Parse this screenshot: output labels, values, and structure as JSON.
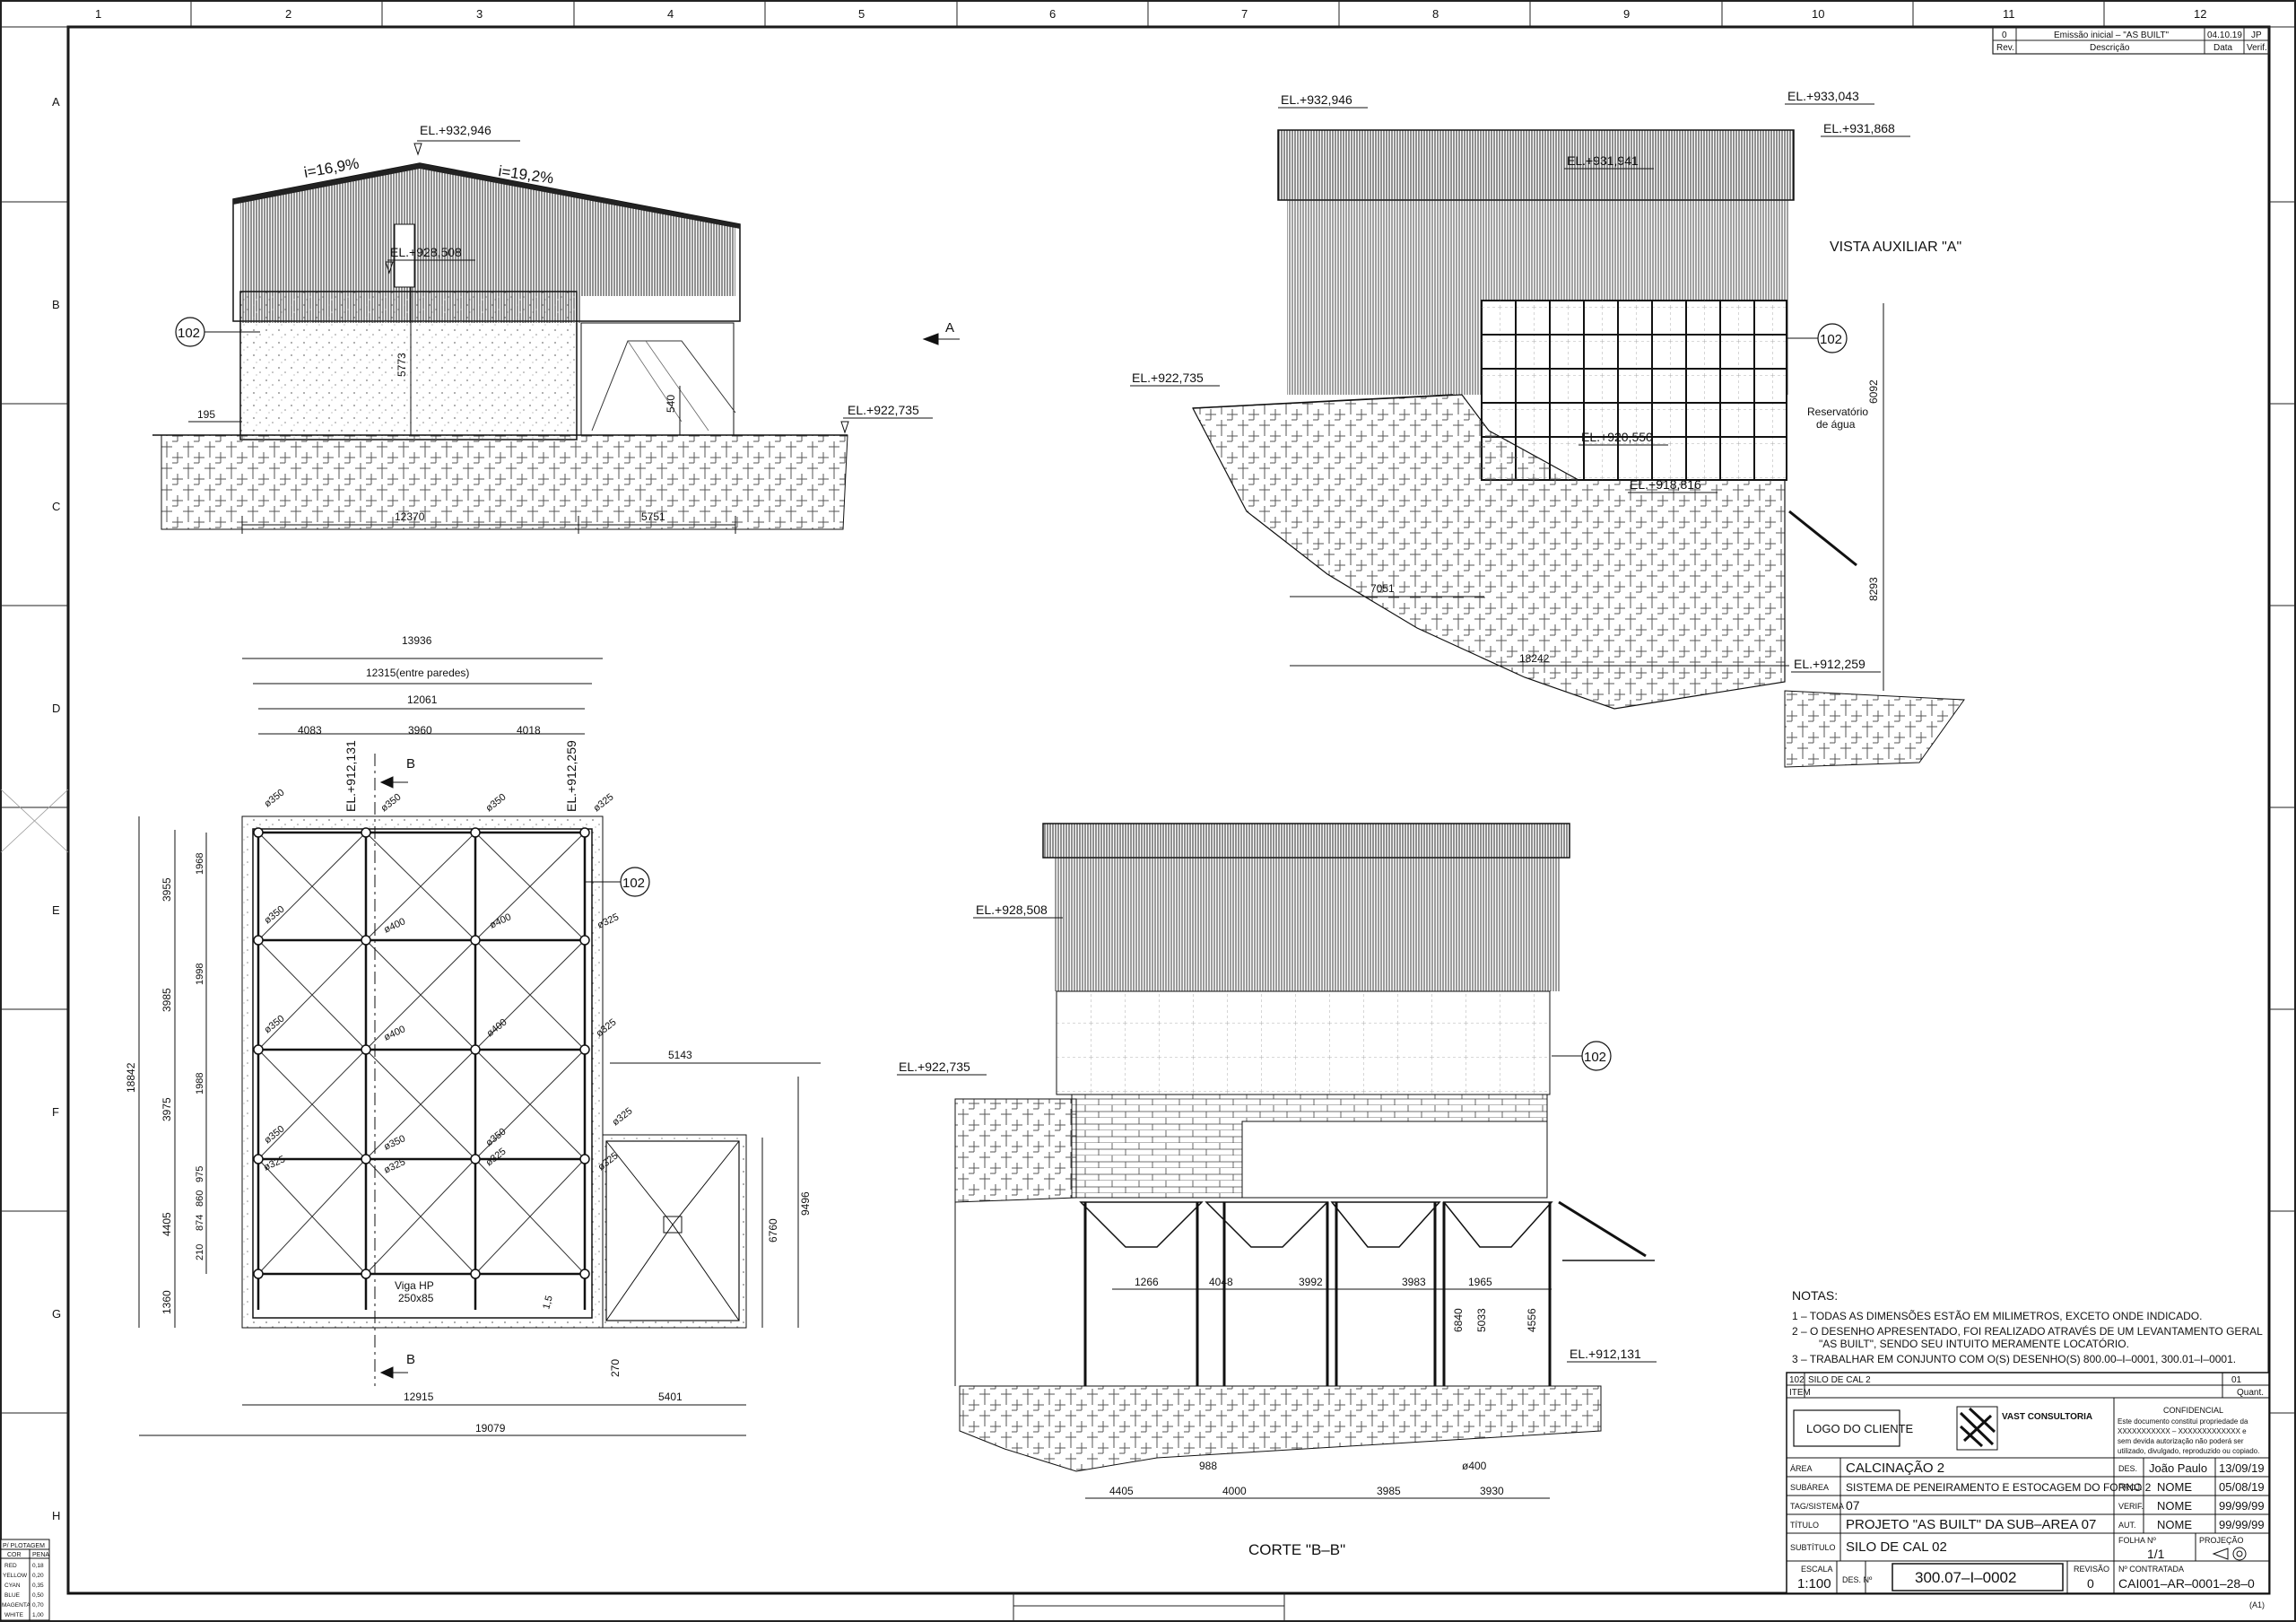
{
  "grid": {
    "cols": [
      "1",
      "2",
      "3",
      "4",
      "5",
      "6",
      "7",
      "8",
      "9",
      "10",
      "11",
      "12"
    ],
    "rows": [
      "A",
      "B",
      "C",
      "D",
      "E",
      "F",
      "G",
      "H"
    ]
  },
  "revision_table": {
    "row": {
      "rev": "0",
      "desc": "Emissão inicial – \"AS BUILT\"",
      "date": "04.10.19",
      "verif": "JP"
    },
    "headers": {
      "rev": "Rev.",
      "desc": "Descrição",
      "date": "Data",
      "verif": "Verif."
    }
  },
  "elevation_left": {
    "el_top": "EL.+932,946",
    "el_mid": "EL.+928,508",
    "el_ground": "EL.+922,735",
    "slope_left": "i=16,9%",
    "slope_right": "i=19,2%",
    "dims": {
      "h1": "5773",
      "d195": "195",
      "d540": "540",
      "w1": "12370",
      "w2": "5751"
    },
    "tag": "102",
    "arrow_label": "A"
  },
  "vista_a": {
    "title": "VISTA AUXILIAR \"A\"",
    "el_1": "EL.+932,946",
    "el_2": "EL.+933,043",
    "el_3": "EL.+931,868",
    "el_4": "EL.+931,941",
    "el_5": "EL.+922,735",
    "el_6": "EL.+920,550",
    "el_7": "EL.+918,816",
    "el_8": "EL.+912,259",
    "reservoir_1": "Reservatório",
    "reservoir_2": "de água",
    "dims": {
      "h1": "6092",
      "h2": "8293",
      "w1": "7051",
      "w2": "18242"
    },
    "tag": "102"
  },
  "plan": {
    "dims_top": {
      "total": "13936",
      "walls": "12315(entre paredes)",
      "inner": "12061",
      "s1": "4083",
      "s2": "3960",
      "s3": "4018"
    },
    "dims_left": {
      "total": "18842",
      "r1": "3955",
      "r1a": "1968",
      "r2": "3985",
      "r2a": "1998",
      "r3": "3975",
      "r3a": "1988",
      "r4": "4405",
      "r4a": "975",
      "r4b": "860",
      "r4c": "874",
      "r4d": "210",
      "r5": "1360"
    },
    "dims_right": {
      "d5143": "5143",
      "d9496": "9496",
      "d6760": "6760",
      "d270": "270",
      "d5401": "5401"
    },
    "dims_bottom": {
      "b1": "12915",
      "b2": "19079"
    },
    "el_a": "EL.+912,131",
    "el_b": "EL.+912,259",
    "sections": {
      "b": "B"
    },
    "pile_labels": [
      "ø350",
      "ø350",
      "ø350",
      "ø325",
      "ø350",
      "ø400",
      "ø400",
      "ø325",
      "ø350",
      "ø400",
      "ø400",
      "ø325",
      "ø350",
      "ø350",
      "ø350",
      "ø325",
      "ø325",
      "ø325",
      "ø325",
      "ø325"
    ],
    "beam_1": "Viga HP",
    "beam_2": "250x85",
    "tag": "102",
    "slope": "1,5"
  },
  "section_bb": {
    "title": "CORTE \"B–B\"",
    "el_1": "EL.+928,508",
    "el_2": "EL.+922,735",
    "el_3": "EL.+912,131",
    "tag": "102",
    "dims_mid": [
      "1266",
      "4048",
      "3992",
      "3983",
      "1965"
    ],
    "dims_v": [
      "6840",
      "5033",
      "4556"
    ],
    "dims_bottom": [
      "4405",
      "4000",
      "3985",
      "3930"
    ],
    "d988": "988",
    "d400": "ø400"
  },
  "notes": {
    "title": "NOTAS:",
    "lines": [
      "1 – TODAS AS DIMENSÕES ESTÃO EM MILIMETROS, EXCETO ONDE INDICADO.",
      "2 – O DESENHO APRESENTADO, FOI REALIZADO ATRAVÉS DE UM LEVANTAMENTO GERAL",
      "\"AS BUILT\", SENDO SEU INTUITO MERAMENTE LOCATÓRIO.",
      "3 – TRABALHAR EM CONJUNTO COM O(S) DESENHO(S) 800.00–I–0001, 300.01–I–0001."
    ]
  },
  "title_block": {
    "item_no": "102",
    "item_desc": "SILO DE CAL 2",
    "item_qty": "01",
    "item_label": "ITEM",
    "qty_label": "Quant.",
    "client_logo": "LOGO DO CLIENTE",
    "company": "VAST CONSULTORIA",
    "confidential": "CONFIDENCIAL",
    "conf_text": [
      "Este documento constitui propriedade da",
      "XXXXXXXXXXX – XXXXXXXXXXXXX e",
      "sem devida autorização não poderá ser",
      "utilizado, divulgado, reproduzido ou copiado."
    ],
    "area_label": "ÁREA",
    "area": "CALCINAÇÃO 2",
    "subarea_label": "SUBÁREA",
    "subarea": "SISTEMA DE PENEIRAMENTO E ESTOCAGEM DO FORNO 2",
    "tag_label": "TAG/SISTEMA",
    "tag": "07",
    "title_label": "TÍTULO",
    "title": "PROJETO \"AS BUILT\" DA SUB–AREA 07",
    "subtitle_label": "SUBTÍTULO",
    "subtitle": "SILO DE CAL 02",
    "scale_label": "ESCALA",
    "scale": "1:100",
    "des_label": "DES. Nº",
    "des_no": "300.07–I–0002",
    "rev_label": "REVISÃO",
    "rev": "0",
    "contract_label": "Nº CONTRATADA",
    "contract": "CAI001–AR–0001–28–0",
    "sheet_label": "FOLHA Nº",
    "sheet": "1/1",
    "proj_label": "PROJEÇÃO",
    "signers": [
      {
        "role": "DES.",
        "name": "João Paulo",
        "date": "13/09/19"
      },
      {
        "role": "PROJ.",
        "name": "NOME",
        "date": "05/08/19"
      },
      {
        "role": "VERIF.",
        "name": "NOME",
        "date": "99/99/99"
      },
      {
        "role": "AUT.",
        "name": "NOME",
        "date": "99/99/99"
      }
    ],
    "format": "(A1)"
  },
  "plot_table": {
    "header": "P/ PLOTAGEM",
    "col1": "COR",
    "col2": "PENA",
    "rows": [
      {
        "c": "RED",
        "p": "0,18"
      },
      {
        "c": "YELLOW",
        "p": "0,20"
      },
      {
        "c": "CYAN",
        "p": "0,35"
      },
      {
        "c": "BLUE",
        "p": "0,50"
      },
      {
        "c": "MAGENTA",
        "p": "0,70"
      },
      {
        "c": "WHITE",
        "p": "1,00"
      }
    ]
  }
}
